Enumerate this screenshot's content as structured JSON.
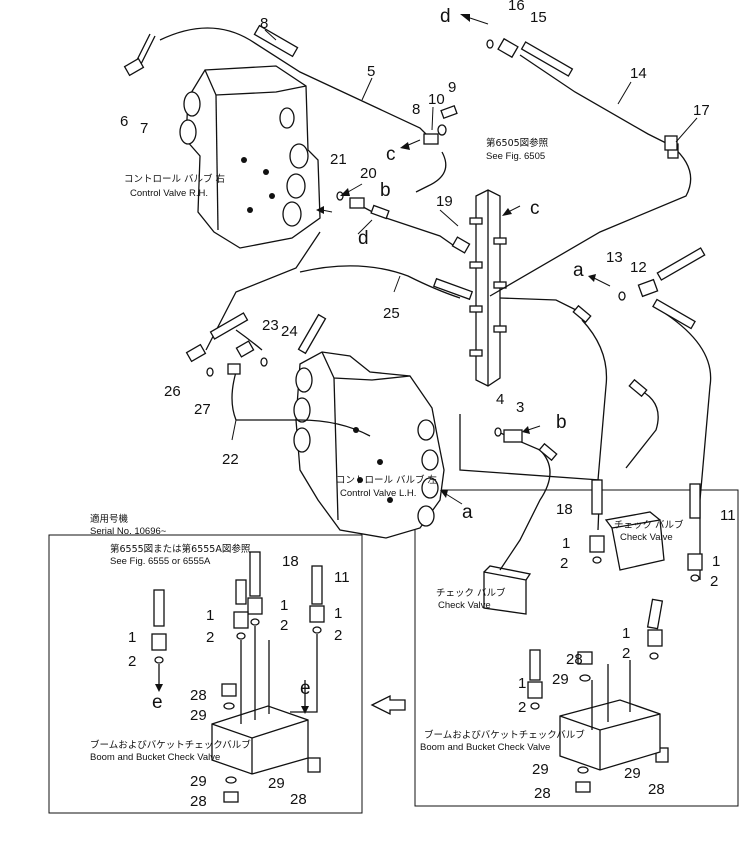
{
  "diagram": {
    "callouts": {
      "n1a": "1",
      "n1b": "1",
      "n1c": "1",
      "n1d": "1",
      "n1e": "1",
      "n1f": "1",
      "n1g": "1",
      "n2a": "2",
      "n2b": "2",
      "n2c": "2",
      "n2d": "2",
      "n2e": "2",
      "n2f": "2",
      "n2g": "2",
      "n3": "3",
      "n4": "4",
      "n5": "5",
      "n6": "6",
      "n7": "7",
      "n8a": "8",
      "n8b": "8",
      "n9": "9",
      "n10": "10",
      "n11a": "11",
      "n11b": "11",
      "n12": "12",
      "n13": "13",
      "n14": "14",
      "n15": "15",
      "n16": "16",
      "n17": "17",
      "n18a": "18",
      "n18b": "18",
      "n19": "19",
      "n20": "20",
      "n21": "21",
      "n22": "22",
      "n23": "23",
      "n24": "24",
      "n25": "25",
      "n26": "26",
      "n27": "27",
      "n28a": "28",
      "n28b": "28",
      "n28c": "28",
      "n28d": "28",
      "n28e": "28",
      "n29a": "29",
      "n29b": "29",
      "n29c": "29",
      "n29d": "29",
      "n29e": "29"
    },
    "letters": {
      "a1": "a",
      "a2": "a",
      "b1": "b",
      "b2": "b",
      "c1": "c",
      "c2": "c",
      "d1": "d",
      "d2": "d",
      "e1": "e",
      "e2": "e"
    },
    "labels": {
      "cv_rh_jp": "コントロール バルブ 右",
      "cv_rh_en": "Control Valve R.H.",
      "cv_lh_jp": "コントロール バルブ 左",
      "cv_lh_en": "Control Valve L.H.",
      "see6505_jp": "第6505図参照",
      "see6505_en": "See Fig. 6505",
      "check_jp_1": "チェック バルブ",
      "check_en_1": "Check Valve",
      "check_jp_2": "チェック バルブ",
      "check_en_2": "Check Valve",
      "bucket_jp_main": "ブームおよびバケットチェックバルブ",
      "bucket_en_main": "Boom and Bucket Check Valve",
      "bucket_jp_inset": "ブームおよびバケットチェックバルブ",
      "bucket_en_inset": "Boom and Bucket Check Valve",
      "serial_jp": "適用号機",
      "serial_en": "Serial No. 10696~",
      "see6555_jp": "第6555図または第6555A図参照",
      "see6555_en": "See Fig. 6555 or 6555A"
    }
  }
}
